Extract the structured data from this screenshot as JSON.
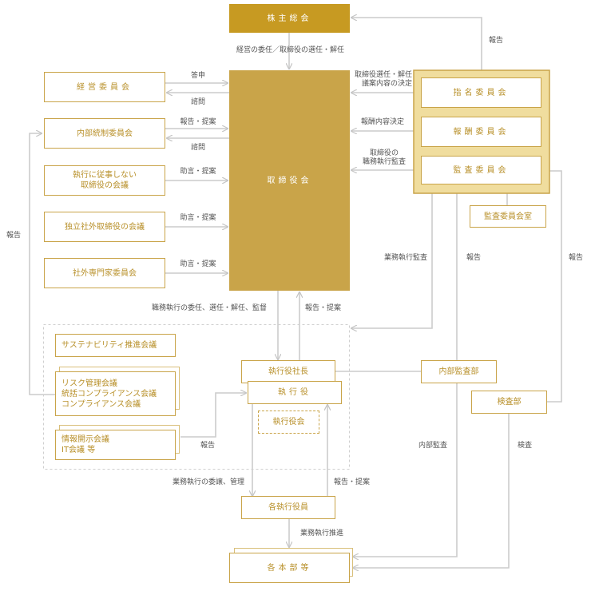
{
  "boxes": {
    "shareholders": "株主総会",
    "board": "取締役会",
    "management_committee": "経営委員会",
    "internal_control_committee": "内部統制委員会",
    "non_exec_meeting": "執行に従事しない\n取締役の会議",
    "independent_outside_meeting": "独立社外取締役の会議",
    "outside_experts": "社外専門家委員会",
    "nomination": "指名委員会",
    "compensation": "報酬委員会",
    "audit": "監査委員会",
    "audit_office": "監査委員会室",
    "sustainability": "サステナビリティ推進会議",
    "risk_meetings": "リスク管理会議\n統括コンプライアンス会議\nコンプライアンス会議",
    "disclosure_meetings": "情報開示会議\nIT会議 等",
    "president": "執行役社長",
    "executive_officers": "執行役",
    "exec_officers_meeting": "執行役会",
    "internal_audit": "内部監査部",
    "inspection": "検査部",
    "each_exec": "各執行役員",
    "departments": "各本部等"
  },
  "labels": {
    "delegation": "経営の委任／取締役の選任・解任",
    "report_top": "報告",
    "consult": "答申",
    "inquiry1": "諮問",
    "report_proposal1": "報告・提案",
    "inquiry2": "諮問",
    "advice1": "助言・提案",
    "advice2": "助言・提案",
    "advice3": "助言・提案",
    "nomination_decision": "取締役選任・解任\n議案内容の決定",
    "compensation_decision": "報酬内容決定",
    "audit_exec": "取締役の\n職務執行監査",
    "report_left": "報告",
    "business_audit": "業務執行監査",
    "report_mid": "報告",
    "report_right": "報告",
    "delegation_exec": "職務執行の委任、選任・解任、監督",
    "report_proposal2": "報告・提案",
    "report_small": "報告",
    "internal_audit_label": "内部監査",
    "inspection_label": "検査",
    "exec_delegation": "業務執行の委譲、管理",
    "report_proposal3": "報告・提案",
    "business_promotion": "業務執行推進"
  },
  "colors": {
    "gold": "#c9a449",
    "gold_dark": "#c79a22",
    "committee_bg": "#f0dd9e",
    "line": "#cccccc",
    "label": "#555555"
  }
}
